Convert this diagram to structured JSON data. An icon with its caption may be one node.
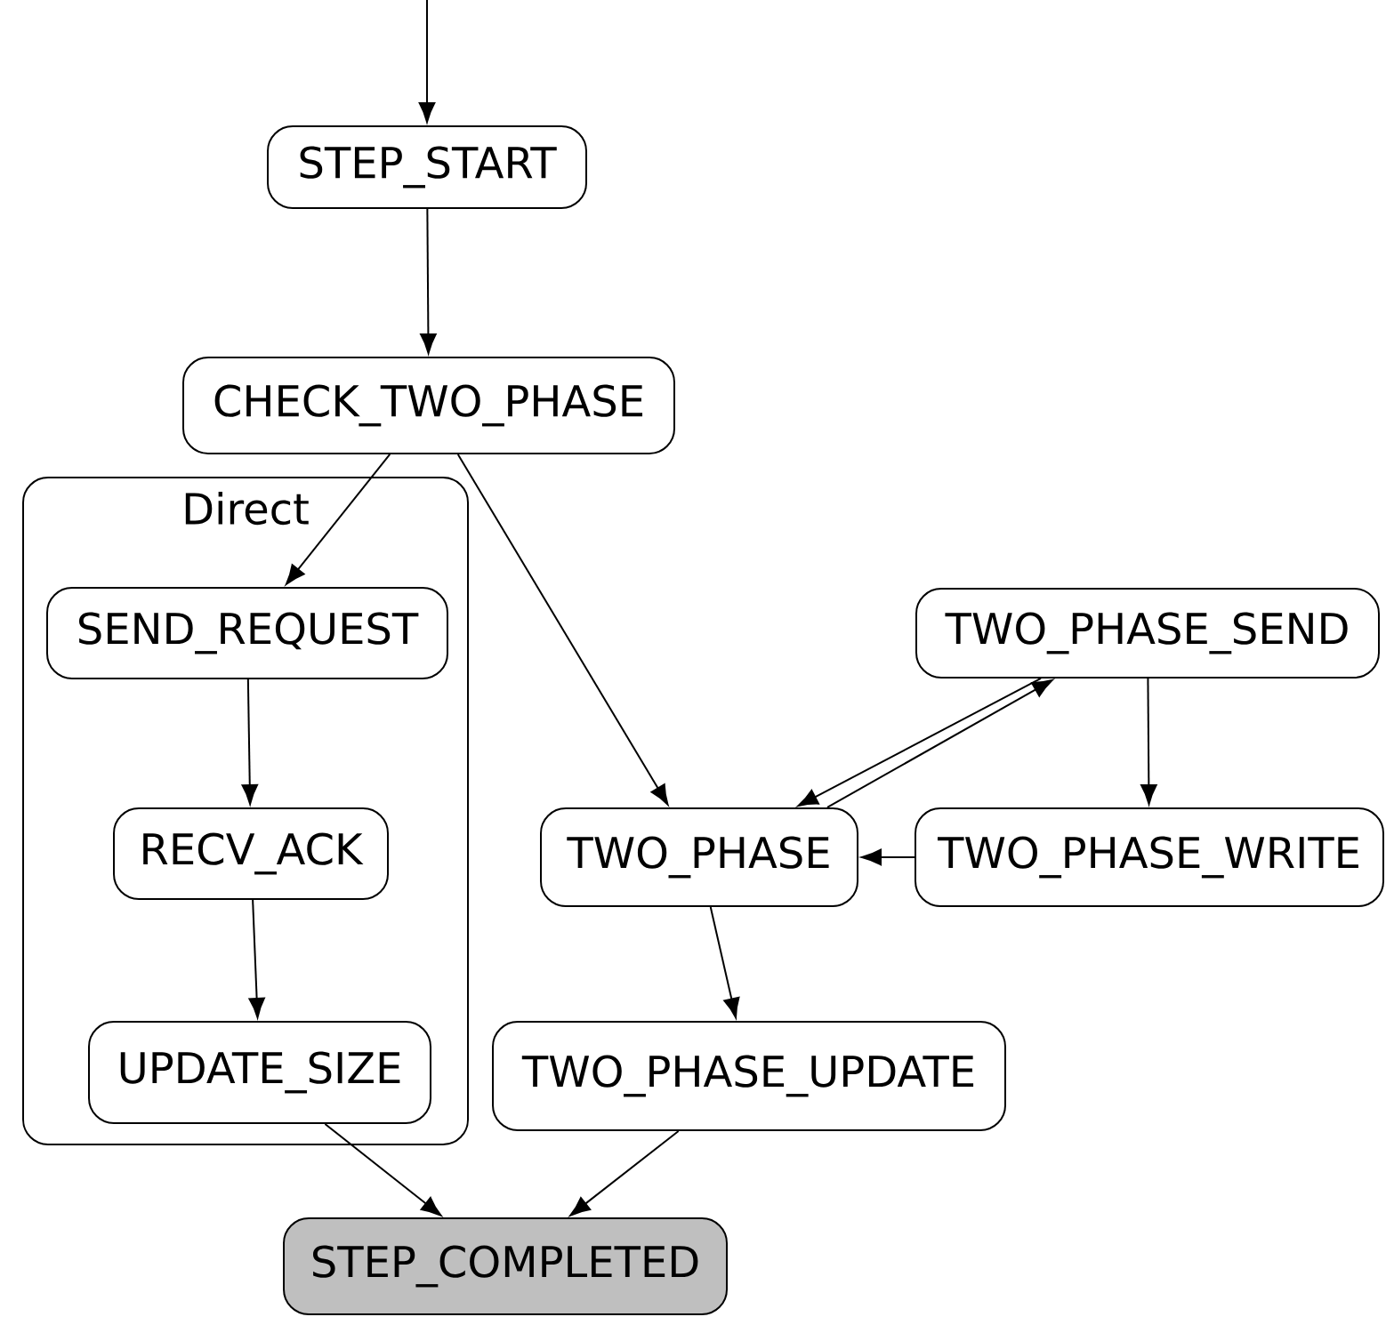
{
  "diagram": {
    "nodes": [
      {
        "text": [
          "STEP_START"
        ]
      },
      {
        "text": [
          "CHECK_TWO_PHASE"
        ]
      },
      {
        "text": [
          "Direct"
        ]
      },
      {
        "text": [
          "SEND_REQUEST"
        ],
        "in": 2
      },
      {
        "text": [
          "RECV_ACK"
        ],
        "in": 2
      },
      {
        "text": [
          "UPDATE_SIZE"
        ],
        "in": 2
      },
      {
        "text": [
          "TWO_PHASE"
        ]
      },
      {
        "text": [
          "TWO_PHASE_SEND"
        ]
      },
      {
        "text": [
          "TWO_PHASE_WRITE"
        ]
      },
      {
        "text": [
          "TWO_PHASE_UPDATE"
        ]
      },
      {
        "text": [
          "STEP_COMPLETED"
        ]
      }
    ],
    "edges": [
      {
        "from": null,
        "to": 0,
        "arrow": "to"
      },
      {
        "from": 0,
        "to": 1,
        "arrow": "to"
      },
      {
        "from": 1,
        "to": 3,
        "arrow": "to"
      },
      {
        "from": 1,
        "to": 6,
        "arrow": "to"
      },
      {
        "from": 3,
        "to": 4,
        "arrow": "to"
      },
      {
        "from": 4,
        "to": 5,
        "arrow": "to"
      },
      {
        "from": 5,
        "to": 10,
        "arrow": "to"
      },
      {
        "from": 9,
        "to": 10,
        "arrow": "to"
      },
      {
        "from": 6,
        "to": 9,
        "arrow": "to"
      },
      {
        "from": 6,
        "to": 7,
        "arrow": "to"
      },
      {
        "from": 7,
        "to": 6,
        "arrow": "to"
      },
      {
        "from": 7,
        "to": 8,
        "arrow": "to"
      },
      {
        "from": 8,
        "to": 6,
        "arrow": "to"
      }
    ]
  }
}
